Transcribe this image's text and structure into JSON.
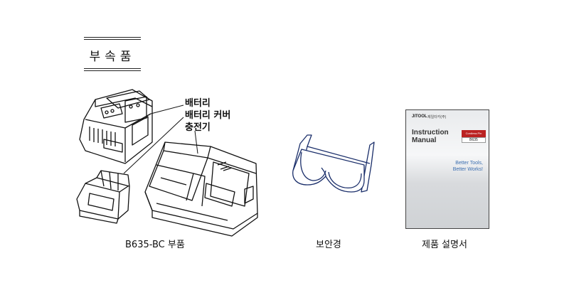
{
  "heading": "부속품",
  "callouts": [
    "배터리",
    "배터리 커버",
    "충전기"
  ],
  "items": [
    {
      "label": "B635-BC 부품"
    },
    {
      "label": "보안경"
    },
    {
      "label": "제품 설명서"
    }
  ],
  "manual": {
    "brand": "JITOOL",
    "company": "제일타카(주)",
    "title_line1": "Instruction",
    "title_line2": "Manual",
    "badge": "Cordless Pin Nailer",
    "model": "B635",
    "slogan_line1": "Better Tools,",
    "slogan_line2": "Better Works!"
  }
}
